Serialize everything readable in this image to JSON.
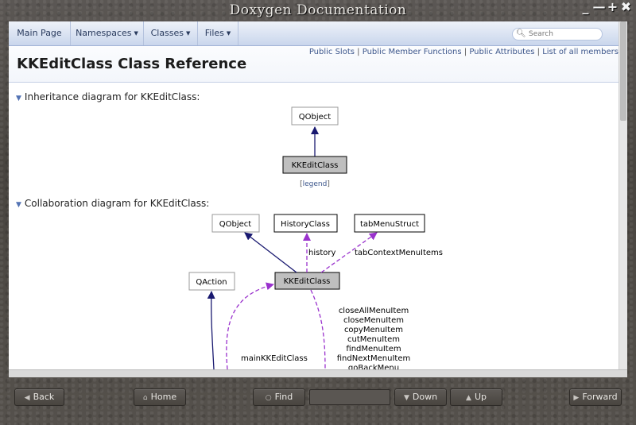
{
  "window": {
    "title": "Doxygen Documentation",
    "controls": [
      "_",
      "—",
      "+",
      "✖"
    ]
  },
  "navbar": {
    "tabs": [
      {
        "label": "Main Page",
        "dropdown": false
      },
      {
        "label": "Namespaces",
        "dropdown": true
      },
      {
        "label": "Classes",
        "dropdown": true
      },
      {
        "label": "Files",
        "dropdown": true
      }
    ],
    "search_placeholder": "Search",
    "search_icon": "search-icon"
  },
  "header": {
    "title": "KKEditClass Class Reference",
    "links": [
      "Public Slots",
      "Public Member Functions",
      "Public Attributes",
      "List of all members"
    ],
    "separator": "|"
  },
  "sections": {
    "inheritance_heading": "Inheritance diagram for KKEditClass:",
    "collaboration_heading": "Collaboration diagram for KKEditClass:"
  },
  "inheritance_diagram": {
    "parent": "QObject",
    "child": "KKEditClass",
    "legend": "legend",
    "legend_open": "[",
    "legend_close": "]"
  },
  "collaboration_diagram": {
    "center": "KKEditClass",
    "nodes": [
      "QObject",
      "HistoryClass",
      "tabMenuStruct",
      "QAction"
    ],
    "edge_labels": {
      "history": "history",
      "tab_context": "tabContextMenuItems",
      "main_kk": "mainKKEditClass"
    },
    "member_labels": [
      "closeAllMenuItem",
      "closeMenuItem",
      "copyMenuItem",
      "cutMenuItem",
      "findMenuItem",
      "findNextMenuItem",
      "goBackMenu"
    ]
  },
  "toolbar": {
    "back": "Back",
    "home": "Home",
    "find": "Find",
    "down": "Down",
    "up": "Up",
    "forward": "Forward"
  },
  "colors": {
    "accent": "#3d578c",
    "edge_inherit": "#191970",
    "edge_usage": "#9a32cd",
    "node_highlight": "#bfbfbf"
  }
}
